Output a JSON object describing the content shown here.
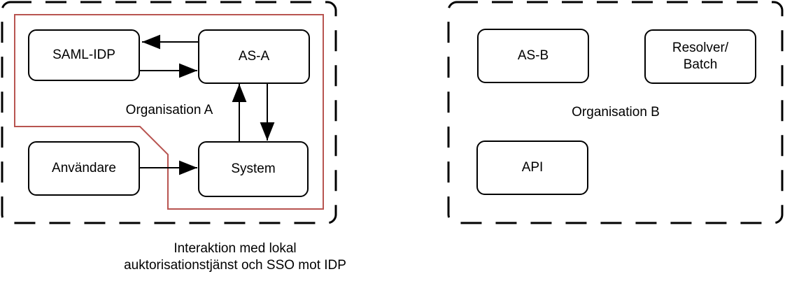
{
  "diagram": {
    "colors": {
      "line": "#000000",
      "highlight_outline": "#b85450",
      "background": "#ffffff"
    },
    "org_a": {
      "label": "Organisation A",
      "nodes": {
        "saml_idp": "SAML-IDP",
        "as_a": "AS-A",
        "anvandare": "Användare",
        "system": "System"
      }
    },
    "org_b": {
      "label": "Organisation B",
      "nodes": {
        "as_b": "AS-B",
        "resolver_batch": "Resolver/\nBatch",
        "api": "API"
      }
    },
    "edges": [
      {
        "from": "AS-A",
        "to": "SAML-IDP"
      },
      {
        "from": "SAML-IDP",
        "to": "AS-A"
      },
      {
        "from": "System",
        "to": "AS-A"
      },
      {
        "from": "AS-A",
        "to": "System"
      },
      {
        "from": "Användare",
        "to": "System"
      }
    ],
    "caption": {
      "line1": "Interaktion med lokal",
      "line2": "auktorisationstjänst och SSO mot IDP"
    }
  }
}
